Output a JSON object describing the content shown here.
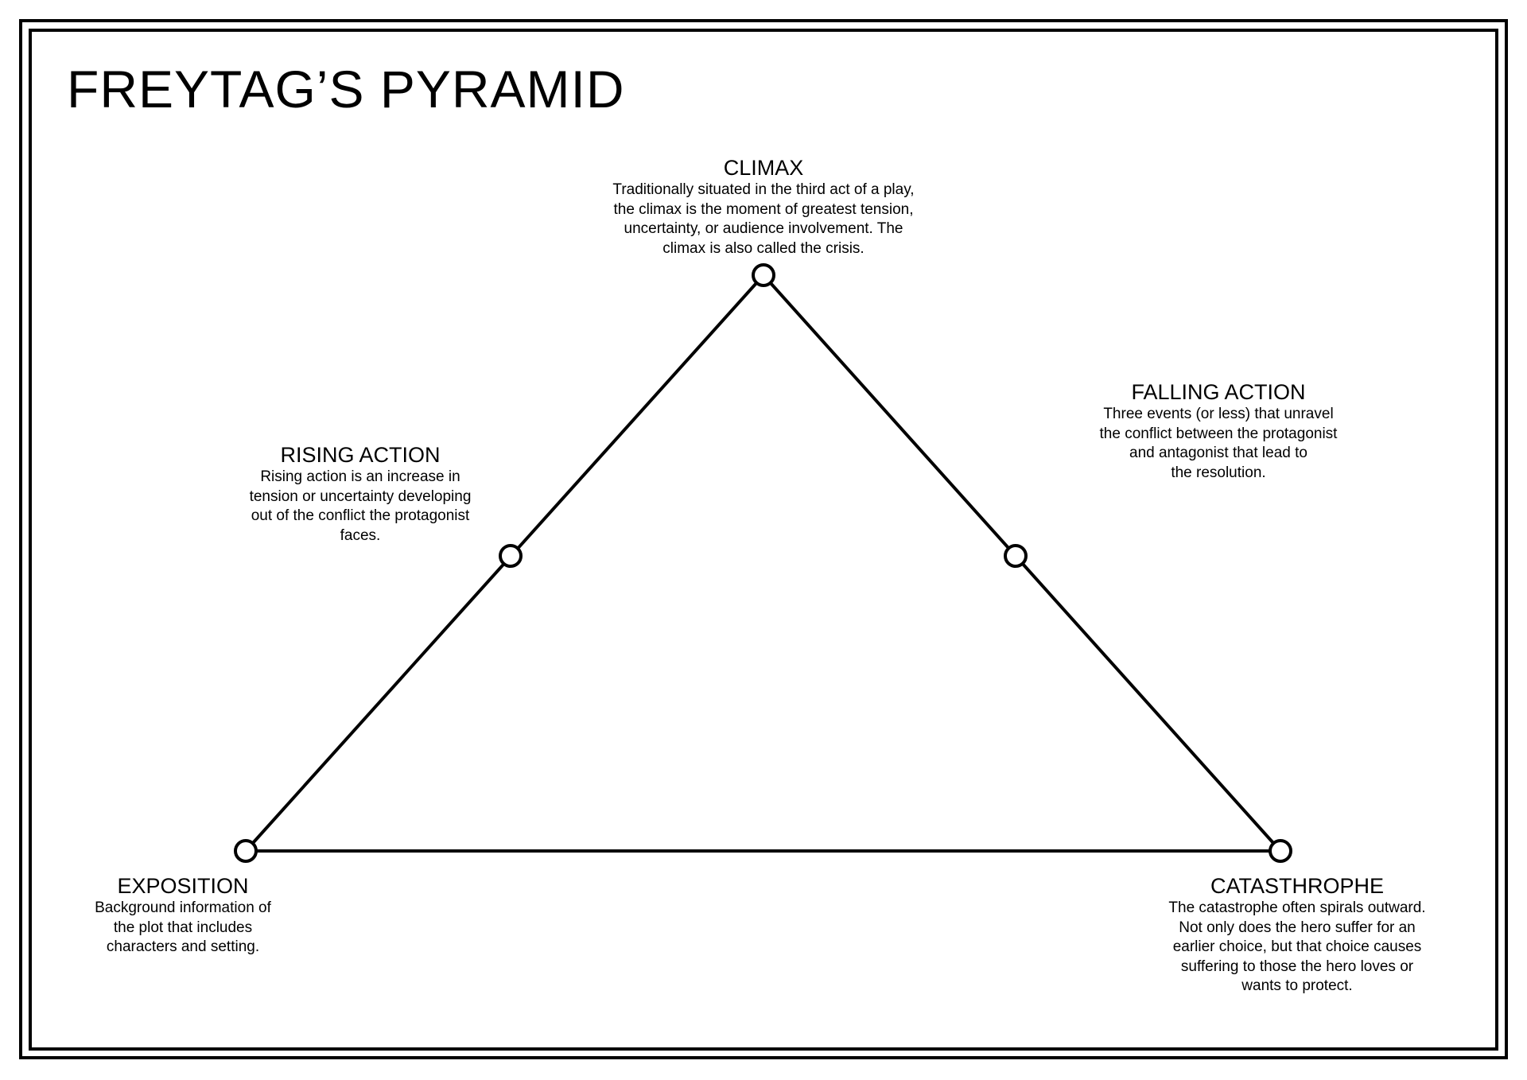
{
  "title": "FREYTAG’S PYRAMID",
  "stages": {
    "climax": {
      "heading": "CLIMAX",
      "lines": [
        "Traditionally situated in the third act of a play,",
        "the climax is the moment of greatest tension,",
        "uncertainty, or audience involvement. The",
        "climax is also called the crisis."
      ]
    },
    "rising": {
      "heading": "RISING ACTION",
      "lines": [
        "Rising action is an increase in",
        "tension or uncertainty developing",
        "out of the conflict the protagonist",
        "faces."
      ]
    },
    "falling": {
      "heading": "FALLING ACTION",
      "lines": [
        "Three events (or less) that unravel",
        "the conflict between the protagonist",
        "and antagonist that lead to",
        "the resolution."
      ]
    },
    "exposition": {
      "heading": "EXPOSITION",
      "lines": [
        "Background information of",
        "the plot that includes",
        "characters and setting."
      ]
    },
    "catastrophe": {
      "heading": "CATASTHROPHE",
      "lines": [
        "The catastrophe often spirals outward.",
        "Not only does the hero suffer for an",
        "earlier choice, but that choice causes",
        "suffering to those the hero loves or",
        "wants to protect."
      ]
    }
  }
}
